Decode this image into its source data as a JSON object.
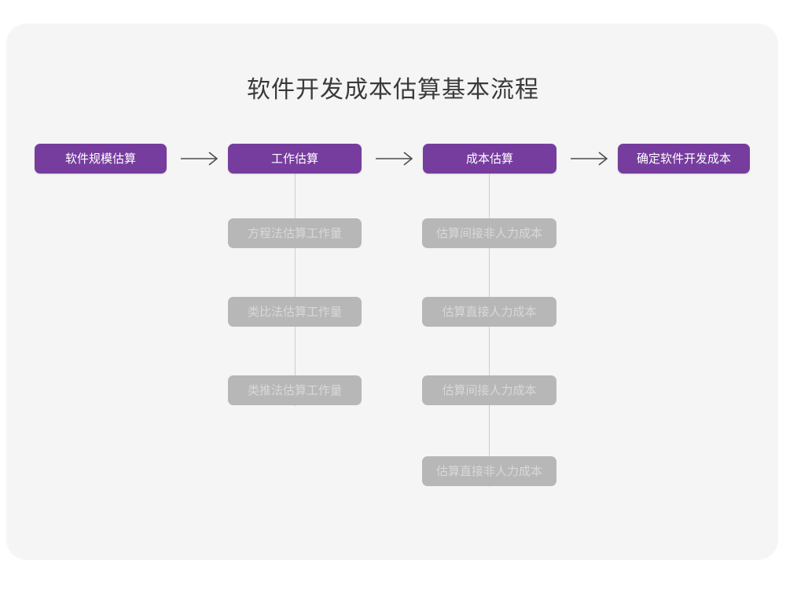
{
  "canvas": {
    "background_color": "#f5f5f5",
    "page_background_color": "#ffffff"
  },
  "diagram": {
    "title": "软件开发成本估算基本流程",
    "type": "flowchart",
    "accent_color": "#763d9e",
    "sub_node_color": "#b7b7b7",
    "connector_color": "#cfcfcf",
    "arrow_glyph": "→",
    "main_flow": [
      {
        "id": "step-1",
        "label": "软件规模估算",
        "sub_steps": []
      },
      {
        "id": "step-2",
        "label": "工作估算",
        "sub_steps": [
          {
            "id": "step-2-sub-1",
            "label": "方程法估算工作量"
          },
          {
            "id": "step-2-sub-2",
            "label": "类比法估算工作量"
          },
          {
            "id": "step-2-sub-3",
            "label": "类推法估算工作量"
          }
        ]
      },
      {
        "id": "step-3",
        "label": "成本估算",
        "sub_steps": [
          {
            "id": "step-3-sub-1",
            "label": "估算间接非人力成本"
          },
          {
            "id": "step-3-sub-2",
            "label": "估算直接人力成本"
          },
          {
            "id": "step-3-sub-3",
            "label": "估算间接人力成本"
          },
          {
            "id": "step-3-sub-4",
            "label": "估算直接非人力成本"
          }
        ]
      },
      {
        "id": "step-4",
        "label": "确定软件开发成本",
        "sub_steps": []
      }
    ],
    "arrows": [
      {
        "id": "arrow-1",
        "from": "step-1",
        "to": "step-2",
        "label": "→"
      },
      {
        "id": "arrow-2",
        "from": "step-2",
        "to": "step-3",
        "label": "→"
      },
      {
        "id": "arrow-3",
        "from": "step-3",
        "to": "step-4",
        "label": "→"
      }
    ]
  }
}
